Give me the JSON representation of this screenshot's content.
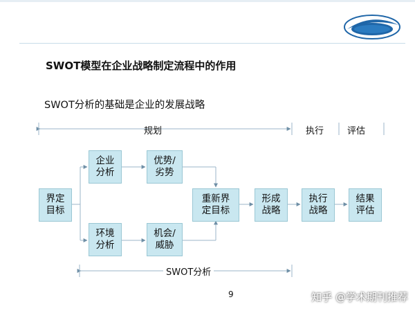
{
  "slide": {
    "title": "SWOT模型在企业战略制定流程中的作用",
    "subtitle": "SWOT分析的基础是企业的发展战略",
    "page_number": "9",
    "watermark": "知乎 @学术期刊推荐"
  },
  "timeline": {
    "planning": "规划",
    "execute": "执行",
    "evaluate": "评估",
    "swot": "SWOT分析"
  },
  "nodes": {
    "define": "界定\n目标",
    "enterprise": "企业\n分析",
    "environment": "环境\n分析",
    "sw": "优势/\n劣势",
    "ot": "机会/\n威胁",
    "redefine": "重新界\n定目标",
    "form": "形成\n战略",
    "exec": "执行\n战略",
    "result": "结果\n评估"
  },
  "colors": {
    "box_fill": "#c9e7f0",
    "box_border": "#9ac7d4",
    "line": "#9bb6c8",
    "logo_blue": "#1f66a8"
  }
}
